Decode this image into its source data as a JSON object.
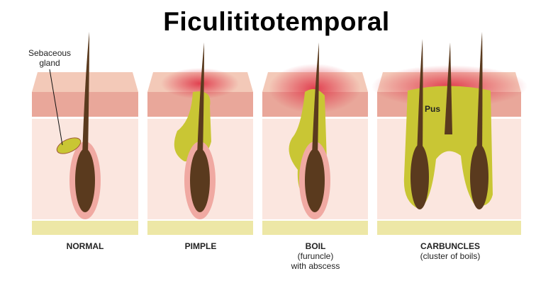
{
  "title": "Ficulititotemporal",
  "annotations": {
    "sebaceous_gland": "Sebaceous\ngland",
    "sebaceous_line1": "Sebaceous",
    "sebaceous_line2": "gland",
    "pus": "Pus"
  },
  "panels": [
    {
      "name": "NORMAL",
      "sub1": "",
      "sub2": ""
    },
    {
      "name": "PIMPLE",
      "sub1": "",
      "sub2": ""
    },
    {
      "name": "BOIL",
      "sub1": "(furuncle)",
      "sub2": "with abscess"
    },
    {
      "name": "CARBUNCLES",
      "sub1": "(cluster of boils)",
      "sub2": ""
    }
  ],
  "colors": {
    "skin_top": "#f3c9b8",
    "epidermis": "#e9a79a",
    "dermis": "#fbe6df",
    "fat": "#ede7a6",
    "hair": "#5a3a1e",
    "pus": "#c9c634",
    "inflammation": "#e0394a"
  }
}
